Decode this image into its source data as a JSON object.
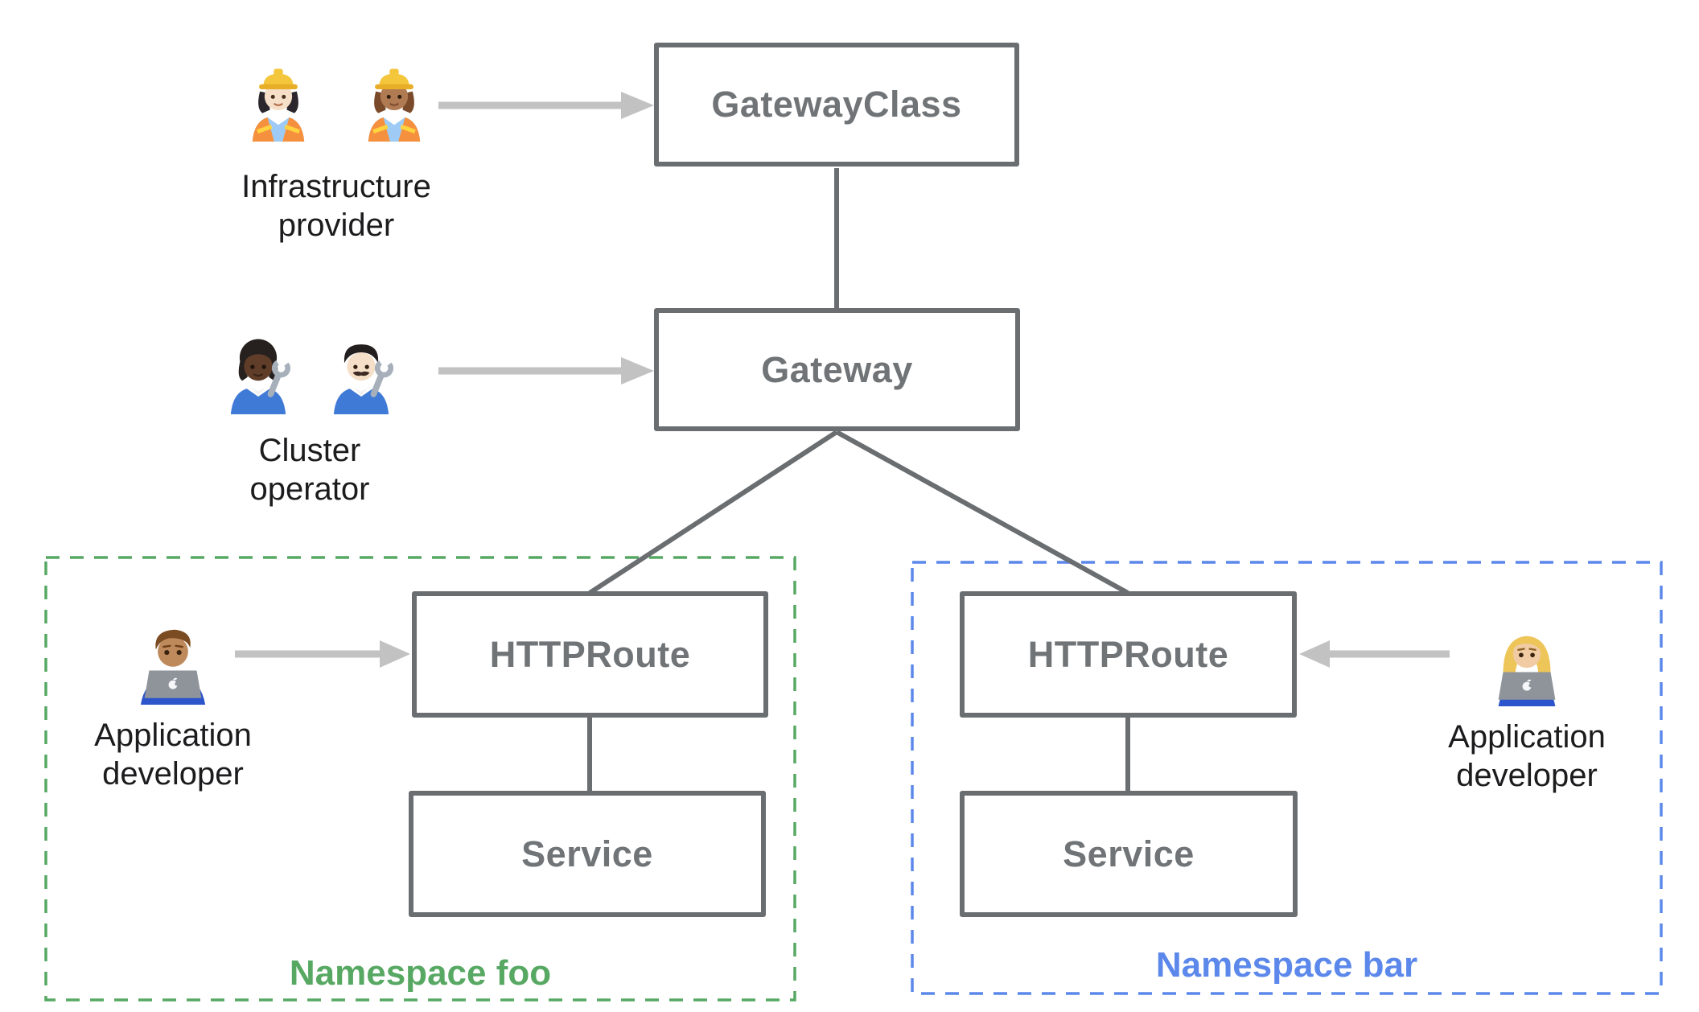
{
  "colors": {
    "background": "#ffffff",
    "node_border": "#6a6e70",
    "node_text": "#707477",
    "connector": "#6a6e70",
    "arrow": "#c2c2c2",
    "namespace_foo_green": "#57a863",
    "namespace_bar_blue": "#5b88ea",
    "persona_text": "#1c1c1e"
  },
  "nodes": {
    "gateway_class": {
      "label": "GatewayClass"
    },
    "gateway": {
      "label": "Gateway"
    },
    "httproute_foo": {
      "label": "HTTPRoute"
    },
    "service_foo": {
      "label": "Service"
    },
    "httproute_bar": {
      "label": "HTTPRoute"
    },
    "service_bar": {
      "label": "Service"
    }
  },
  "personas": {
    "infrastructure_provider": {
      "label": "Infrastructure provider",
      "line1": "Infrastructure",
      "line2": "provider",
      "emoji": [
        "👷🏻‍♀️",
        "👷🏽‍♀️"
      ]
    },
    "cluster_operator": {
      "label": "Cluster operator",
      "line1": "Cluster",
      "line2": "operator",
      "emoji": [
        "🧑🏿‍🔧",
        "👨🏻‍🔧"
      ]
    },
    "application_developer_foo": {
      "label": "Application developer",
      "line1": "Application",
      "line2": "developer",
      "emoji": [
        "👨🏽‍💻"
      ]
    },
    "application_developer_bar": {
      "label": "Application developer",
      "line1": "Application",
      "line2": "developer",
      "emoji": [
        "👩🏼‍💻"
      ]
    }
  },
  "namespaces": {
    "foo": {
      "label": "Namespace foo"
    },
    "bar": {
      "label": "Namespace bar"
    }
  },
  "emoji_icon_names": [
    "woman-construction-worker-light-skin-emoji",
    "woman-construction-worker-medium-skin-emoji",
    "mechanic-dark-skin-emoji",
    "man-mechanic-light-skin-emoji",
    "man-technologist-medium-skin-emoji",
    "woman-technologist-medium-light-skin-emoji"
  ]
}
